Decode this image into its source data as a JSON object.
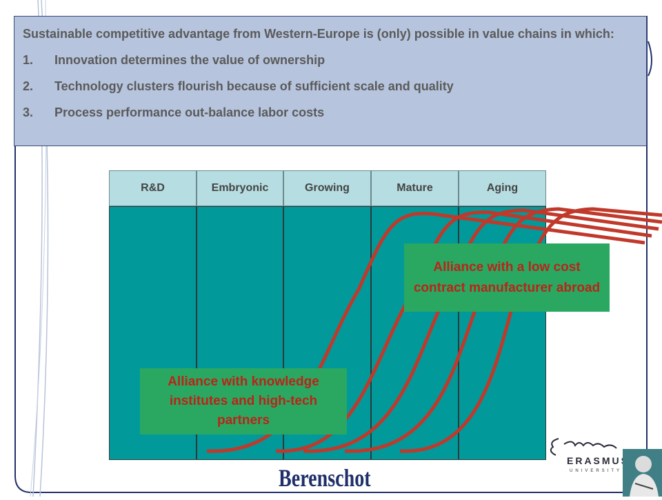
{
  "header": {
    "intro": "Sustainable competitive advantage from Western-Europe is (only) possible in value chains in which:",
    "points": [
      {
        "num": "1.",
        "text": "Innovation determines the value of ownership"
      },
      {
        "num": "2.",
        "text": "Technology clusters flourish because of sufficient scale and quality"
      },
      {
        "num": "3.",
        "text": "Process performance out-balance labor costs"
      }
    ]
  },
  "phases": [
    "R&D",
    "Embryonic",
    "Growing",
    "Mature",
    "Aging"
  ],
  "callouts": {
    "low_cost": "Alliance with a low cost contract manufacturer abroad",
    "knowledge": "Alliance with knowledge institutes and high-tech partners"
  },
  "logos": {
    "berenschot": "Berenschot",
    "erasmus": "ERASMUS",
    "erasmus_sub": "UNIVERSITY"
  },
  "colors": {
    "header_bg": "#b6c4dd",
    "phase_header_bg": "#b6dde1",
    "phase_body_bg": "#01999a",
    "curve": "#c0392b",
    "callout_bg": "#2aa862",
    "callout_text": "#b92517"
  }
}
